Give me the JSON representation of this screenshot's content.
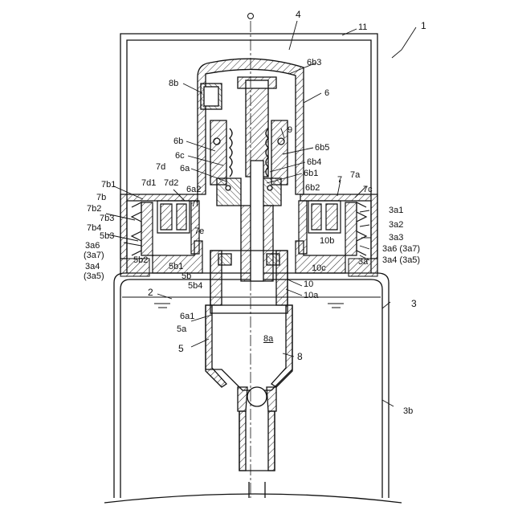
{
  "labels": {
    "n1": "1",
    "n4": "4",
    "n11": "11",
    "n6b3": "6b3",
    "n8b": "8b",
    "n6": "6",
    "n9": "9",
    "n6b": "6b",
    "n6b5": "6b5",
    "n6c": "6c",
    "n6a": "6a",
    "n6b4": "6b4",
    "n6b1": "6b1",
    "n7d": "7d",
    "n7d1": "7d1",
    "n7d2": "7d2",
    "n6a2": "6a2",
    "n6b2": "6b2",
    "n7": "7",
    "n7a": "7a",
    "n7c": "7c",
    "n7b1": "7b1",
    "n7b": "7b",
    "n7b2": "7b2",
    "n7b3": "7b3",
    "n7b4": "7b4",
    "n5b3": "5b3",
    "n3a6l": "3a6",
    "n3a7l": "(3a7)",
    "n3a4l": "3a4",
    "n3a5l": "(3a5)",
    "n7f": "7f",
    "n7e": "7e",
    "n5b2": "5b2",
    "n5b1": "5b1",
    "n5b": "5b",
    "n5b4": "5b4",
    "n3a1": "3a1",
    "n3a2": "3a2",
    "n3a3": "3a3",
    "n3a6r": "3a6 (3a7)",
    "n3a4r": "3a4 (3a5)",
    "n10b": "10b",
    "n3a": "3a",
    "n10c": "10c",
    "n10": "10",
    "n10a": "10a",
    "n2": "2",
    "n3": "3",
    "n6a1": "6a1",
    "n5a": "5a",
    "n5": "5",
    "n8a": "8a",
    "n8": "8",
    "n3b": "3b",
    "n0": "O"
  }
}
